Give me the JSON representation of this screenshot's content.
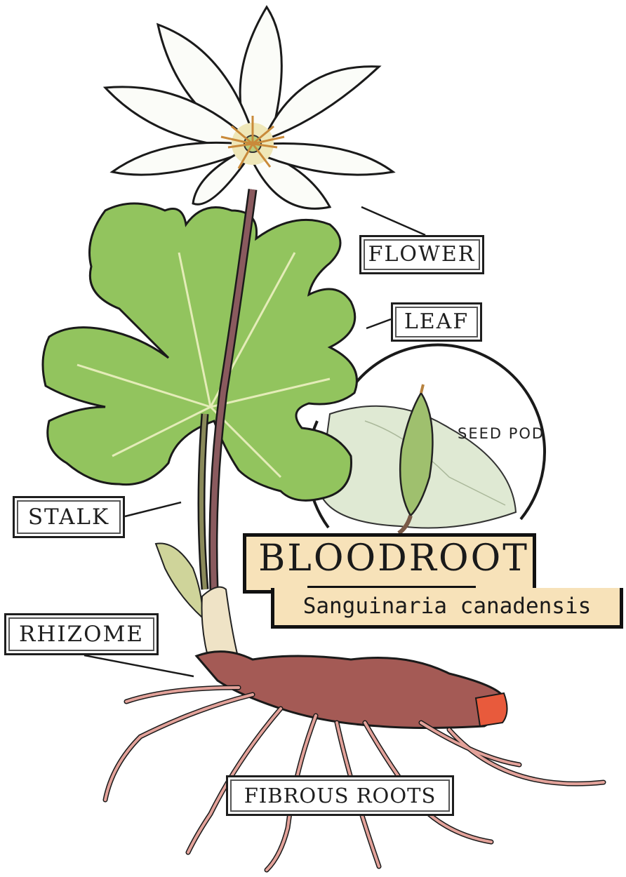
{
  "title": "BLOODROOT",
  "subtitle": "Sanguinaria canadensis",
  "labels": {
    "flower": "FLOWER",
    "leaf": "LEAF",
    "seed_pod": "SEED POD",
    "stalk": "STALK",
    "rhizome": "RHIZOME",
    "fibrous_roots": "FIBROUS ROOTS"
  },
  "colors": {
    "petal": "#fbfcf8",
    "leaf": "#8fc45a",
    "leaf_dark": "#5e9a3a",
    "stalk": "#8a5a5e",
    "rhizome": "#a45a55",
    "rhizome_cut": "#e85a3c",
    "roots": "#d98f8a",
    "title_bg": "#f7e2b9"
  }
}
